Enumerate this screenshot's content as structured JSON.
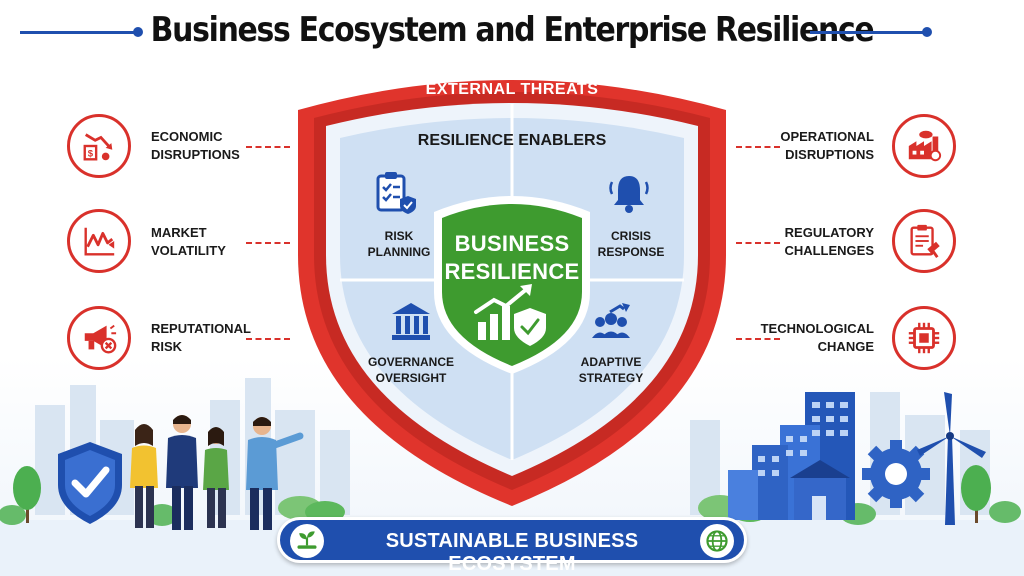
{
  "title": "Business Ecosystem and Enterprise Resilience",
  "external_threats_label": "EXTERNAL THREATS",
  "resilience_enablers_label": "RESILIENCE ENABLERS",
  "core": {
    "line1": "BUSINESS",
    "line2": "RESILIENCE"
  },
  "threats_left": [
    {
      "line1": "ECONOMIC",
      "line2": "DISRUPTIONS",
      "icon": "economic-decline-icon"
    },
    {
      "line1": "MARKET",
      "line2": "VOLATILITY",
      "icon": "volatility-chart-icon"
    },
    {
      "line1": "REPUTATIONAL",
      "line2": "RISK",
      "icon": "megaphone-icon"
    }
  ],
  "threats_right": [
    {
      "line1": "OPERATIONAL",
      "line2": "DISRUPTIONS",
      "icon": "factory-icon"
    },
    {
      "line1": "REGULATORY",
      "line2": "CHALLENGES",
      "icon": "gavel-document-icon"
    },
    {
      "line1": "TECHNOLOGICAL",
      "line2": "CHANGE",
      "icon": "chip-icon"
    }
  ],
  "enablers": [
    {
      "line1": "RISK",
      "line2": "PLANNING",
      "icon": "checklist-shield-icon"
    },
    {
      "line1": "CRISIS",
      "line2": "RESPONSE",
      "icon": "bell-icon"
    },
    {
      "line1": "GOVERNANCE",
      "line2": "OVERSIGHT",
      "icon": "institution-icon"
    },
    {
      "line1": "ADAPTIVE",
      "line2": "STRATEGY",
      "icon": "team-growth-icon"
    }
  ],
  "banner": "SUSTAINABLE BUSINESS ECOSYSTEM",
  "colors": {
    "threat_red": "#d9312b",
    "brand_blue": "#1f4fae",
    "core_green": "#3e9b2f",
    "enabler_blue": "#cfe0f3"
  }
}
